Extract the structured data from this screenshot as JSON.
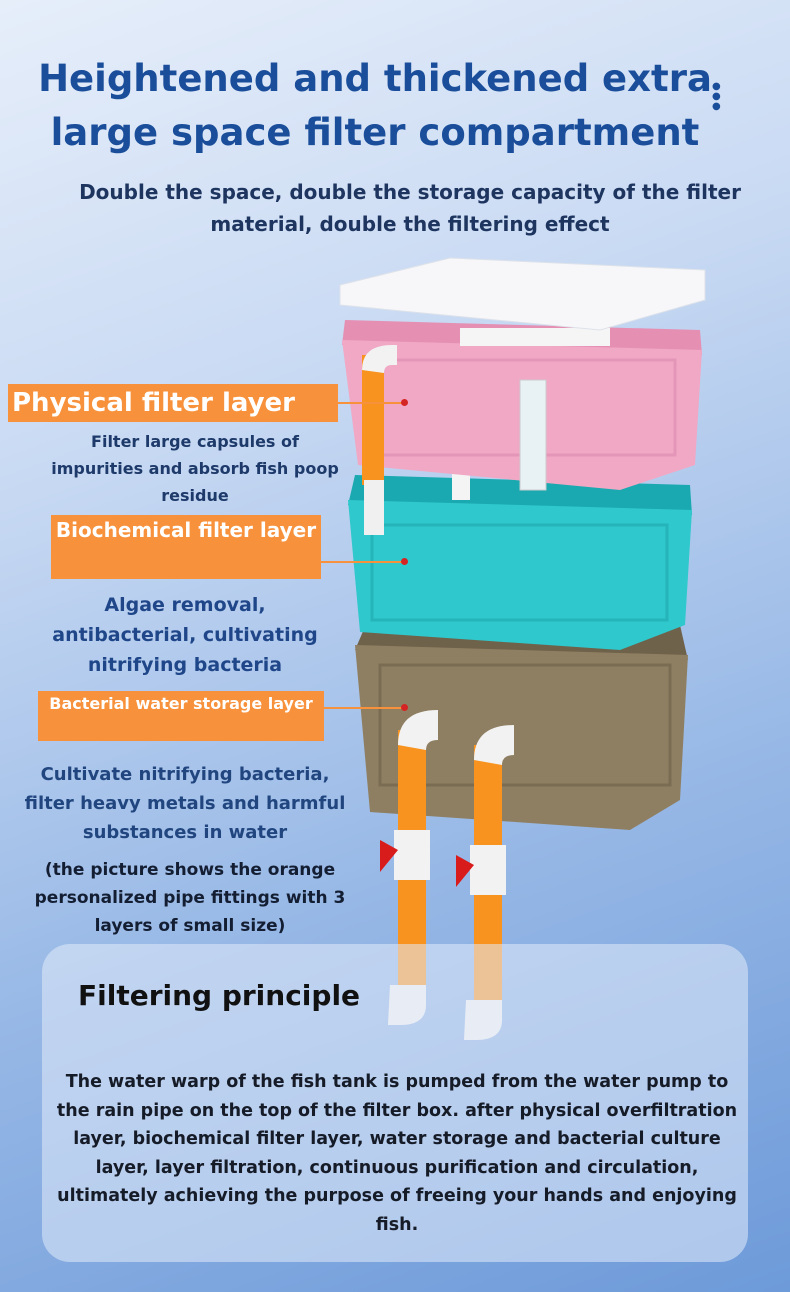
{
  "header": {
    "title_line1": "Heightened and thickened extra",
    "title_line2": "large space filter compartment",
    "subtitle": "Double the space, double the storage capacity of the filter material, double the filtering effect",
    "menu_icon": "vertical-dots-icon"
  },
  "layers": [
    {
      "label": "Physical filter layer",
      "description": "Filter large capsules of impurities and absorb fish poop residue",
      "color": "#f0a8c4"
    },
    {
      "label": "Biochemical filter layer",
      "description": "Algae removal, antibacterial, cultivating nitrifying bacteria",
      "color": "#2fc8cc"
    },
    {
      "label": "Bacterial water storage layer",
      "description": "Cultivate nitrifying bacteria, filter heavy metals and harmful substances in water",
      "color": "#8f7f62"
    }
  ],
  "note": "(the picture shows the orange personalized pipe fittings with 3 layers of small size)",
  "principle": {
    "title": "Filtering principle",
    "text": "The water warp of the fish tank is pumped from the water pump to the rain pipe on the top of the filter box. after physical overfiltration layer, biochemical filter layer, water storage and bacterial culture layer, layer filtration, continuous purification and circulation, ultimately achieving the purpose of freeing your hands and enjoying fish."
  },
  "colors": {
    "accent": "#f7913b",
    "title": "#1a4d9a"
  }
}
